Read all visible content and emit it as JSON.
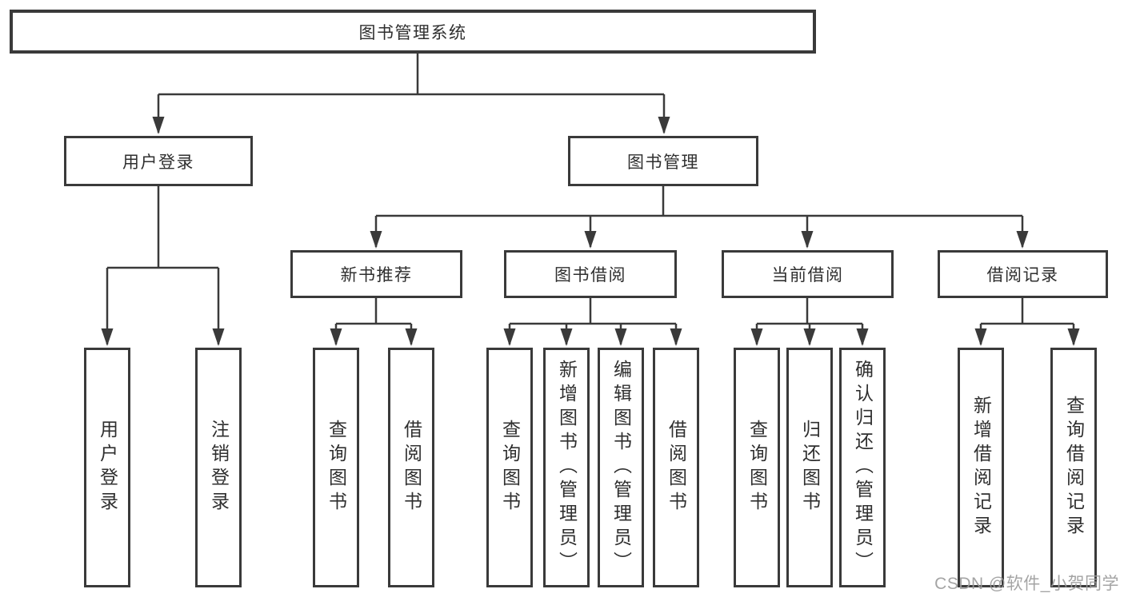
{
  "diagram": {
    "root": {
      "label": "图书管理系统"
    },
    "branches": [
      {
        "label": "用户登录"
      },
      {
        "label": "图书管理"
      }
    ],
    "sections": [
      {
        "label": "新书推荐"
      },
      {
        "label": "图书借阅"
      },
      {
        "label": "当前借阅"
      },
      {
        "label": "借阅记录"
      }
    ],
    "leaves": [
      {
        "label": "用户登录"
      },
      {
        "label": "注销登录"
      },
      {
        "label": "查询图书"
      },
      {
        "label": "借阅图书"
      },
      {
        "label": "查询图书"
      },
      {
        "label": "新增图书（管理员）"
      },
      {
        "label": "编辑图书（管理员）"
      },
      {
        "label": "借阅图书"
      },
      {
        "label": "查询图书"
      },
      {
        "label": "归还图书"
      },
      {
        "label": "确认归还（管理员）"
      },
      {
        "label": "新增借阅记录"
      },
      {
        "label": "查询借阅记录"
      }
    ]
  },
  "watermark": {
    "text": "CSDN @软件_小贺同学"
  },
  "colors": {
    "line": "#3a3a3a",
    "text": "#2f2f2f",
    "watermark": "#9b9b9b",
    "background": "#ffffff"
  }
}
